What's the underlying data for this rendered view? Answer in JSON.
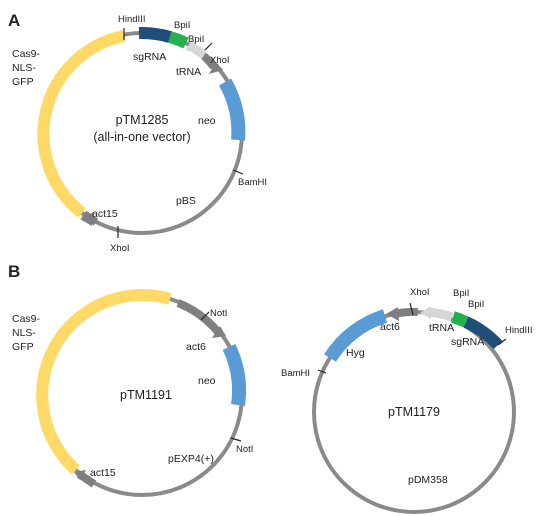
{
  "colors": {
    "backbone": "#8a8a8a",
    "cas9": "#ffd966",
    "neo": "#5b9bd5",
    "sgrna": "#1f4e79",
    "bpil": "#22b14c",
    "trna": "#d6d6d6"
  },
  "panels": {
    "a": {
      "label": "A",
      "name_line1": "pTM1285",
      "name_line2": "(all-in-one vector)",
      "cas9_1": "Cas9-",
      "cas9_2": "NLS-",
      "cas9_3": "GFP",
      "hindiii": "HindIII",
      "bpil1": "BpiI",
      "bpil2": "BpiI",
      "sgrna": "sgRNA",
      "trna": "tRNA",
      "xhoi1": "XhoI",
      "neo": "neo",
      "bamhi": "BamHI",
      "pbs": "pBS",
      "act15": "act15",
      "xhoi2": "XhoI"
    },
    "b": {
      "label": "B",
      "left": {
        "name": "pTM1191",
        "cas9_1": "Cas9-",
        "cas9_2": "NLS-",
        "cas9_3": "GFP",
        "noti1": "NotI",
        "act6": "act6",
        "neo": "neo",
        "noti2": "NotI",
        "pexp4": "pEXP4(+)",
        "act15": "act15"
      },
      "right": {
        "name": "pTM1179",
        "xhoi": "XhoI",
        "bpil1": "BpiI",
        "bpil2": "BpiI",
        "act6": "act6",
        "trna": "tRNA",
        "sgrna": "sgRNA",
        "hindiii": "HindIII",
        "hyg": "Hyg",
        "bamhi": "BamHI",
        "pdm358": "pDM358"
      }
    }
  }
}
